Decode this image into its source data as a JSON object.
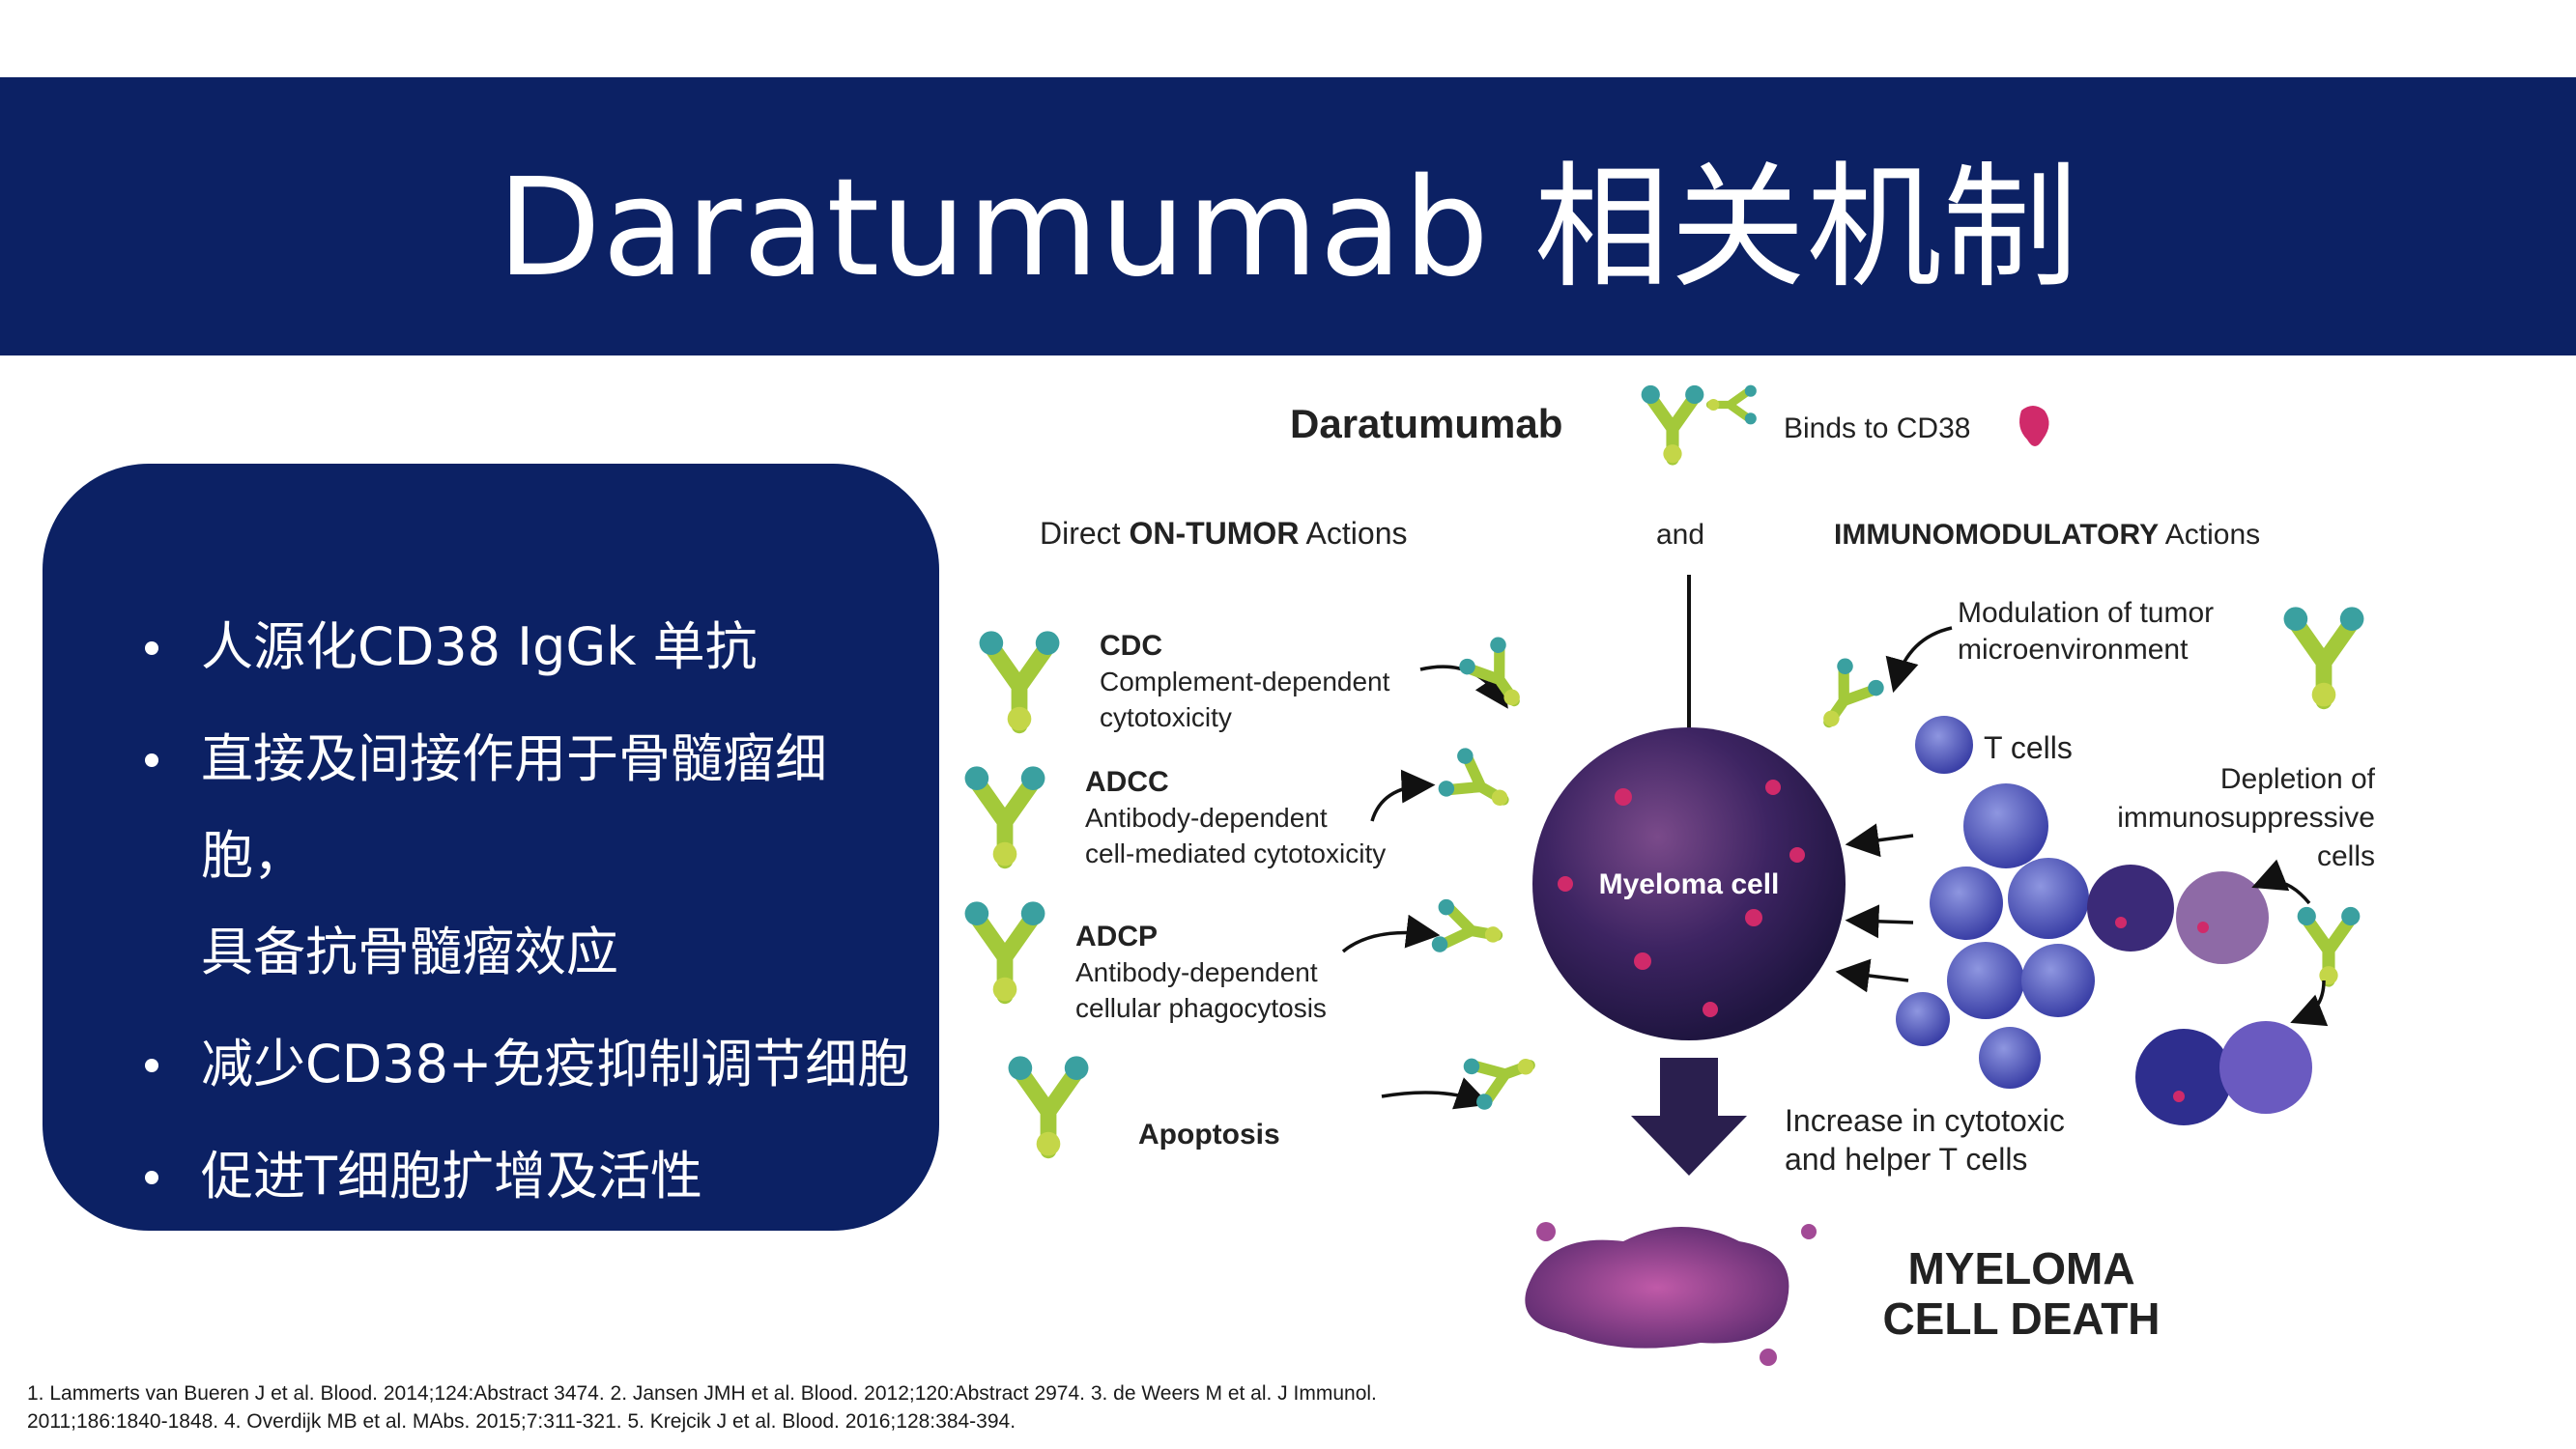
{
  "slide": {
    "title": "Daratumumab 相关机制",
    "bullets": [
      "人源化CD38 IgGk 单抗",
      "直接及间接作用于骨髓瘤细胞，",
      "具备抗骨髓瘤效应",
      "减少CD38+免疫抑制调节细胞",
      "促进T细胞扩增及活性"
    ],
    "references": [
      "1. Lammerts van Bueren J et al. Blood. 2014;124:Abstract 3474. 2. Jansen JMH et al. Blood. 2012;120:Abstract 2974. 3. de Weers M et al. J Immunol.",
      "2011;186:1840-1848. 4. Overdijk MB et al. MAbs. 2015;7:311-321. 5. Krejcik J et al. Blood. 2016;128:384-394."
    ]
  },
  "diagram": {
    "drug_name": "Daratumumab",
    "binds_label": "Binds to CD38",
    "direct_label_1": "Direct ",
    "direct_label_2": "ON-TUMOR",
    "direct_label_3": " Actions",
    "and_label": "and",
    "immuno_label_1": "IMMUNOMODULATORY",
    "immuno_label_2": " Actions",
    "cdc_title": "CDC",
    "cdc_line1": "Complement-dependent",
    "cdc_line2": "cytotoxicity",
    "adcc_title": "ADCC",
    "adcc_line1": "Antibody-dependent",
    "adcc_line2": "cell-mediated cytotoxicity",
    "adcp_title": "ADCP",
    "adcp_line1": "Antibody-dependent",
    "adcp_line2": "cellular phagocytosis",
    "apoptosis": "Apoptosis",
    "myeloma_cell": "Myeloma cell",
    "modulation_line1": "Modulation of tumor",
    "modulation_line2": "microenvironment",
    "t_cells": "T cells",
    "depletion_line1": "Depletion of",
    "depletion_line2": "immunosuppressive",
    "depletion_line3": "cells",
    "increase_line1": "Increase in cytotoxic",
    "increase_line2": "and helper T cells",
    "death_line1": "MYELOMA",
    "death_line2": "CELL DEATH"
  },
  "colors": {
    "navy": "#0c2164",
    "antibody_green": "#a3c93a",
    "antibody_teal": "#3aa0a0",
    "myeloma_purple": "#3b2260",
    "t_cell_blue": "#5058b8",
    "cd38_pink": "#d02a6a"
  },
  "icons": [
    "antibody-icon",
    "cd38-icon",
    "arrow-icon",
    "myeloma-cell-icon",
    "t-cell-icon",
    "dead-cell-icon"
  ]
}
